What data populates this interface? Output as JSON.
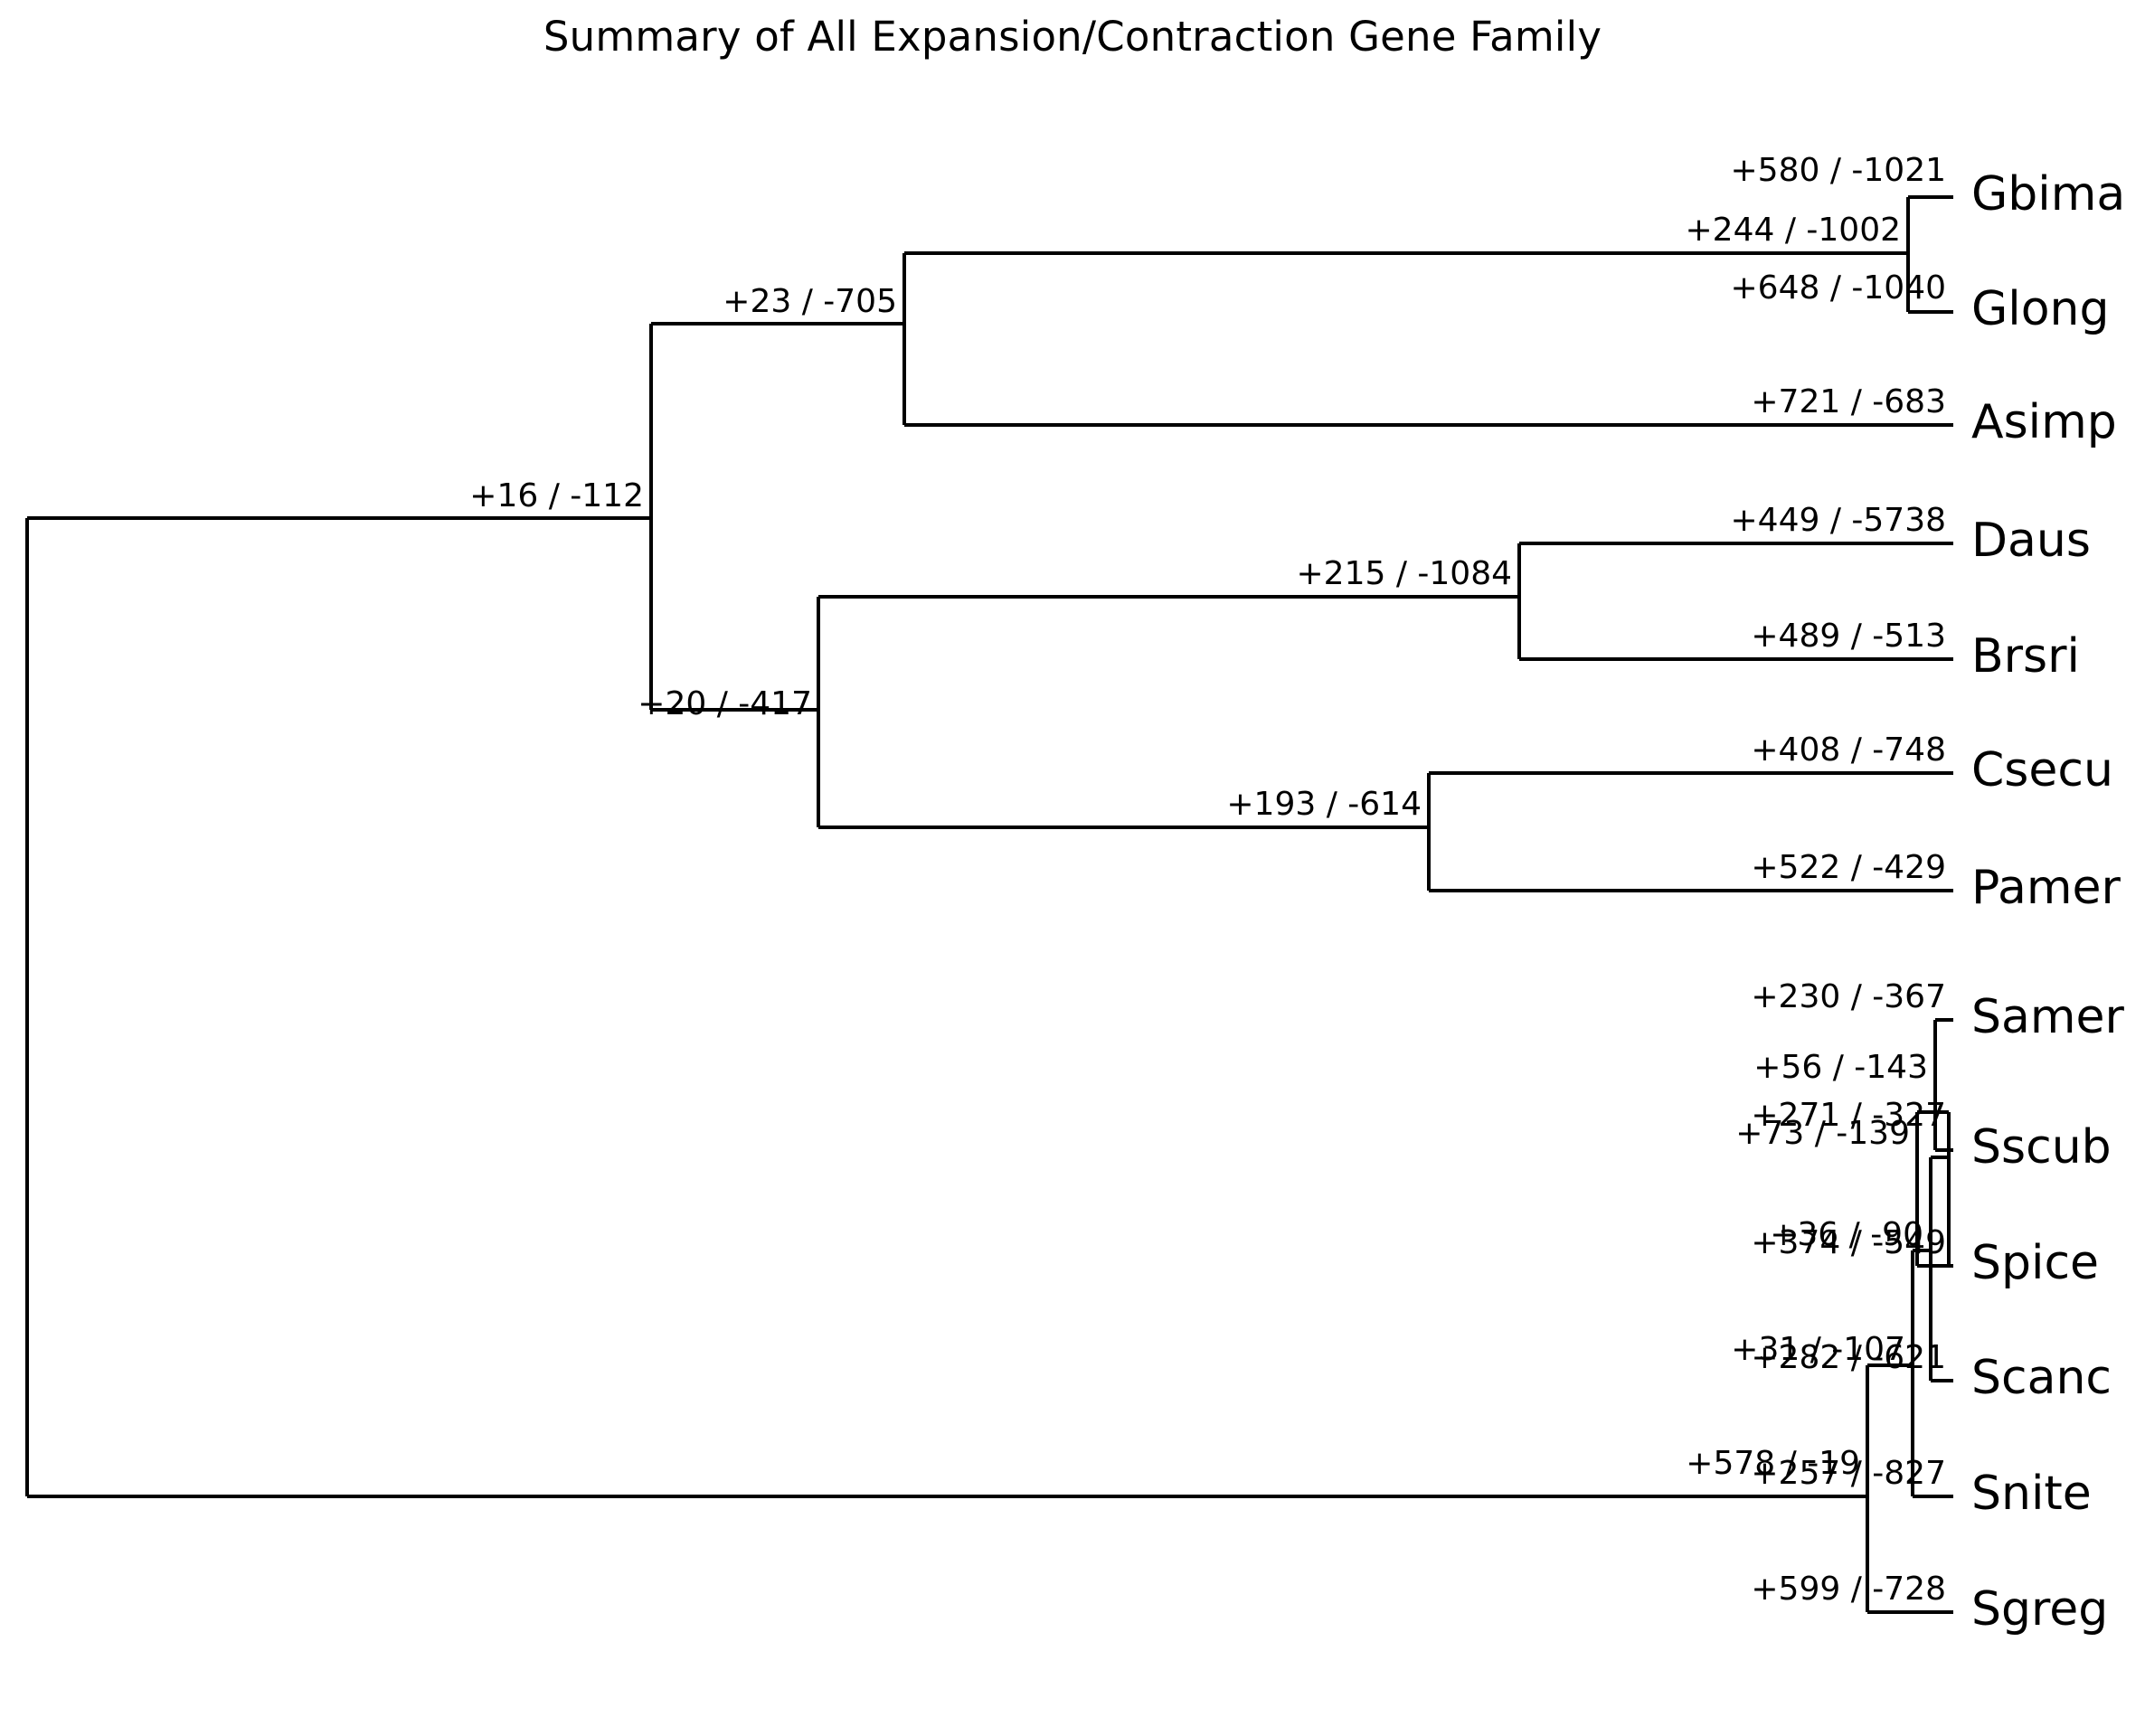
{
  "title": "Summary of All Expansion/Contraction Gene Family",
  "chart_data": {
    "type": "tree",
    "title": "Summary of All Expansion/Contraction Gene Family",
    "label_format": "+expansions / -contractions",
    "tips": [
      {
        "name": "Gbima",
        "label": "+580 / -1021"
      },
      {
        "name": "Glong",
        "label": "+648 / -1040"
      },
      {
        "name": "Asimp",
        "label": "+721 / -683"
      },
      {
        "name": "Daus",
        "label": "+449 / -5738"
      },
      {
        "name": "Brsri",
        "label": "+489 / -513"
      },
      {
        "name": "Csecu",
        "label": "+408 / -748"
      },
      {
        "name": "Pamer",
        "label": "+522 / -429"
      },
      {
        "name": "Samer",
        "label": "+230 / -367"
      },
      {
        "name": "Sscub",
        "label": "+271 / -327"
      },
      {
        "name": "Spice",
        "label": "+374 / -549"
      },
      {
        "name": "Scanc",
        "label": "+282 / -621"
      },
      {
        "name": "Snite",
        "label": "+257 / -827"
      },
      {
        "name": "Sgreg",
        "label": "+599 / -728"
      }
    ],
    "internal_nodes": [
      {
        "id": "n-root-right",
        "label": "+16 / -112"
      },
      {
        "id": "n-gbima-glong-asimp",
        "label": "+23 / -705"
      },
      {
        "id": "n-gbima-glong",
        "label": "+244 / -1002"
      },
      {
        "id": "n-daus-pamer",
        "label": "+20 / -417"
      },
      {
        "id": "n-daus-brsri",
        "label": "+215 / -1084"
      },
      {
        "id": "n-csecu-pamer",
        "label": "+193 / -614"
      },
      {
        "id": "n-samer-sscub",
        "label": "+56 / -143"
      },
      {
        "id": "n-samer-spice",
        "label": "+73 / -139"
      },
      {
        "id": "n-samer-scanc",
        "label": "+36 / -90"
      },
      {
        "id": "n-samer-snite",
        "label": "+31 / -107"
      },
      {
        "id": "n-stenella-clade",
        "label": "+578 / -19"
      }
    ]
  },
  "tips": {
    "gbima": {
      "name": "Gbima",
      "label": "+580 / -1021"
    },
    "glong": {
      "name": "Glong",
      "label": "+648 / -1040"
    },
    "asimp": {
      "name": "Asimp",
      "label": "+721 / -683"
    },
    "daus": {
      "name": "Daus",
      "label": "+449 / -5738"
    },
    "brsri": {
      "name": "Brsri",
      "label": "+489 / -513"
    },
    "csecu": {
      "name": "Csecu",
      "label": "+408 / -748"
    },
    "pamer": {
      "name": "Pamer",
      "label": "+522 / -429"
    },
    "samer": {
      "name": "Samer",
      "label": "+230 / -367"
    },
    "sscub": {
      "name": "Sscub",
      "label": "+271 / -327"
    },
    "spice": {
      "name": "Spice",
      "label": "+374 / -549"
    },
    "scanc": {
      "name": "Scanc",
      "label": "+282 / -621"
    },
    "snite": {
      "name": "Snite",
      "label": "+257 / -827"
    },
    "sgreg": {
      "name": "Sgreg",
      "label": "+599 / -728"
    }
  },
  "nodes": {
    "root_right": {
      "label": "+16 / -112"
    },
    "gbima_glong_asimp": {
      "label": "+23 / -705"
    },
    "gbima_glong": {
      "label": "+244 / -1002"
    },
    "daus_pamer": {
      "label": "+20 / -417"
    },
    "daus_brsri": {
      "label": "+215 / -1084"
    },
    "csecu_pamer": {
      "label": "+193 / -614"
    },
    "samer_sscub": {
      "label": "+56 / -143"
    },
    "samer_spice": {
      "label": "+73 / -139"
    },
    "samer_scanc": {
      "label": "+36 / -90"
    },
    "samer_snite": {
      "label": "+31 / -107"
    },
    "stenella": {
      "label": "+578 / -19"
    }
  }
}
